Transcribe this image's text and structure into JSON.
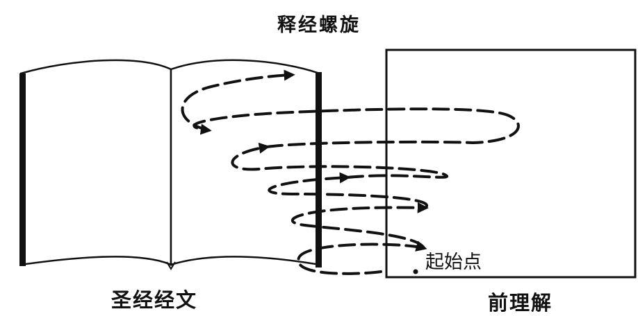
{
  "title": "释经螺旋",
  "start_label": "起始点",
  "book_label": "圣经经文",
  "preunderstanding_label": "前理解"
}
